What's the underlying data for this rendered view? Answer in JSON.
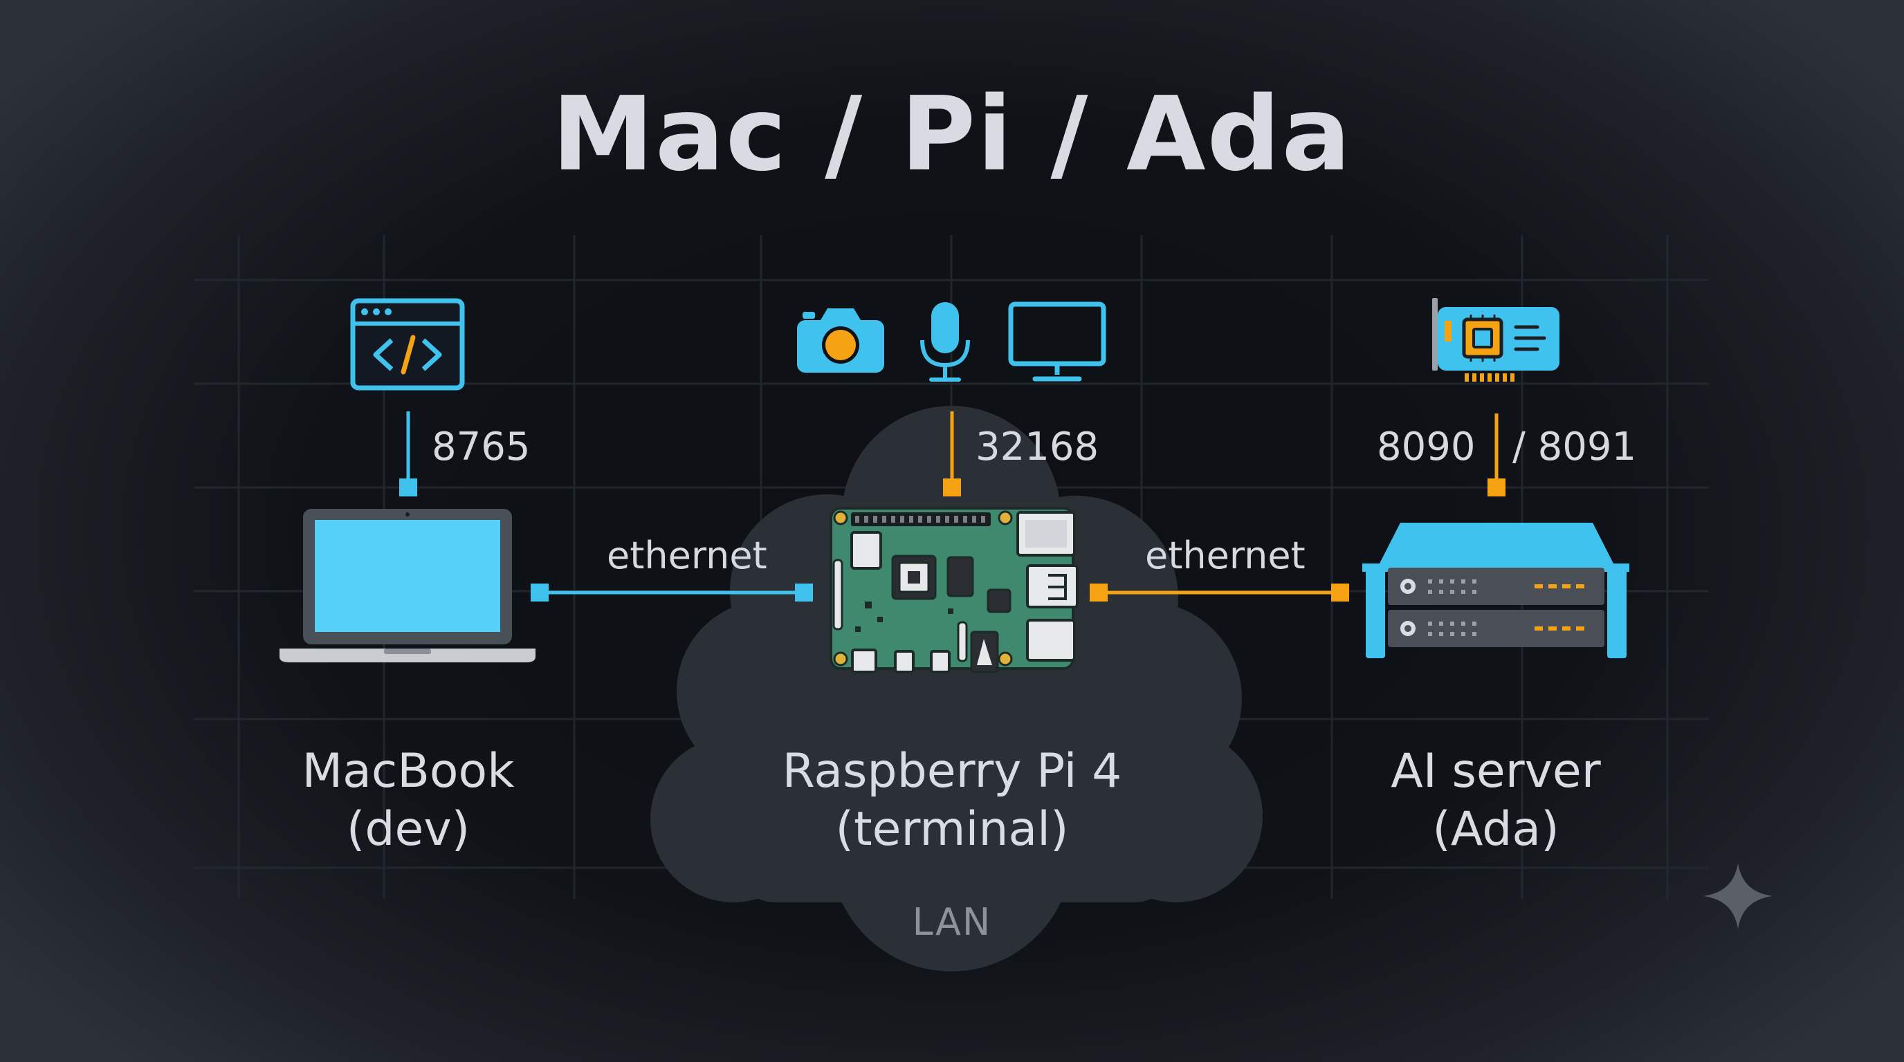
{
  "title": "Mac / Pi / Ada",
  "colors": {
    "background": "#0f1217",
    "cloud": "#2b2f36",
    "accent_blue": "#3fc3ee",
    "accent_orange": "#f5a213",
    "board_green": "#3f8a6e",
    "text": "#d9dde3"
  },
  "devices": [
    {
      "id": "macbook",
      "icon": "laptop-icon",
      "top_icon": "code-window-icon",
      "port": "8765",
      "name_line1": "MacBook",
      "name_line2": "(dev)"
    },
    {
      "id": "raspberry-pi",
      "icon": "raspberry-pi-board-icon",
      "top_icons": [
        "camera-icon",
        "microphone-icon",
        "monitor-icon"
      ],
      "port": "32168",
      "name_line1": "Raspberry Pi 4",
      "name_line2": "(terminal)"
    },
    {
      "id": "ai-server",
      "icon": "rack-server-icon",
      "top_icon": "gpu-card-icon",
      "port_a": "8090",
      "port_b": "/ 8091",
      "name_line1": "AI server",
      "name_line2": "(Ada)"
    }
  ],
  "links": [
    {
      "from": "macbook",
      "to": "raspberry-pi",
      "label": "ethernet",
      "color": "#3fc3ee"
    },
    {
      "from": "raspberry-pi",
      "to": "ai-server",
      "label": "ethernet",
      "color": "#f5a213"
    }
  ],
  "network": {
    "label": "LAN",
    "icon": "cloud-icon"
  },
  "decor": {
    "corner_icon": "sparkle-icon"
  }
}
